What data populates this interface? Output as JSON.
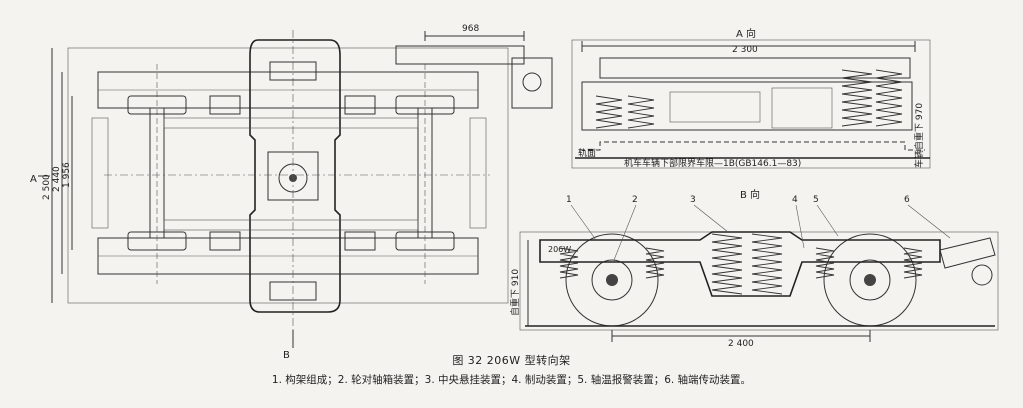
{
  "figure": {
    "title": "图 32   206W 型转向架",
    "legend": "1. 构架组成；2. 轮对轴箱装置；3. 中央悬挂装置；4. 制动装置；5. 轴温报警装置；6. 轴端传动装置。"
  },
  "top_view": {
    "dim_968": "968",
    "dim_2500": "2 500",
    "dim_2440": "2 440",
    "dim_1956": "1 956",
    "section_A": "A",
    "section_B": "B"
  },
  "end_view": {
    "title": "A 向",
    "dim_2300": "2 300",
    "rail_label": "轨面",
    "limit_label": "机车车辆下部限界车限—1B(GB146.1—83)",
    "dim_970": "车辆自重下 970"
  },
  "side_view": {
    "title": "B 向",
    "dim_2400": "2 400",
    "dim_910": "自重下 910",
    "plate": "206W",
    "callouts": [
      "1",
      "2",
      "3",
      "4",
      "5",
      "6"
    ]
  }
}
